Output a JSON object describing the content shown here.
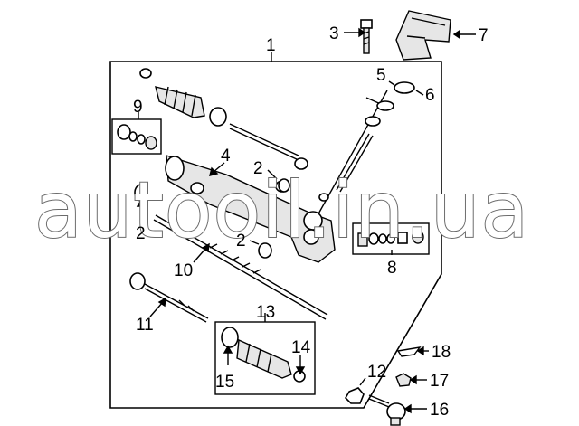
{
  "watermark": "autooil.in.ua",
  "callouts": {
    "c1": "1",
    "c2a": "2",
    "c2b": "2",
    "c2c": "2",
    "c3": "3",
    "c4": "4",
    "c5": "5",
    "c6": "6",
    "c7": "7",
    "c8": "8",
    "c9": "9",
    "c10": "10",
    "c11": "11",
    "c12": "12",
    "c13": "13",
    "c14": "14",
    "c15": "15",
    "c16": "16",
    "c17": "17",
    "c18": "18"
  }
}
